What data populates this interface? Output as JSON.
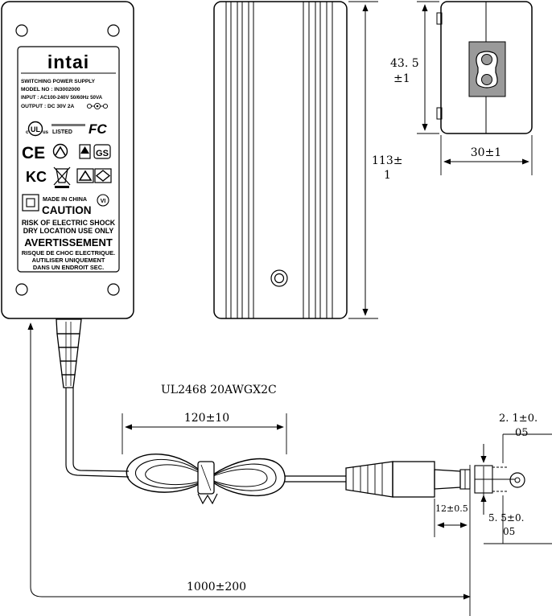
{
  "label": {
    "brand": "intai",
    "title": "SWITCHING POWER SUPPLY",
    "model": "MODEL NO : IN3002000",
    "input": "INPUT : AC100-240V 50/60Hz 50VA",
    "output": "OUTPUT : DC 30V 2A",
    "cert_ul_listed": "LISTED",
    "cert_fc": "FC",
    "cert_ce": "CE",
    "cert_kc": "KC",
    "cert_gs": "GS",
    "cert_vi": "VI",
    "made_in": "MADE IN CHINA",
    "caution": "CAUTION",
    "warn1": "RISK OF ELECTRIC SHOCK",
    "warn2": "DRY LOCATION USE ONLY",
    "avert": "AVERTISSEMENT",
    "fr1": "RISQUE DE CHOC ELECTRIQUE.",
    "fr2": "AUTILISER UNIQUEMENT",
    "fr3": "DANS UN ENDROIT SEC."
  },
  "dimensions": {
    "height_a": "43. 5",
    "height_b": "±1",
    "length_a": "113±",
    "length_b": "1",
    "width": "30±1",
    "cable_spec": "UL2468 20AWGX2C",
    "coil": "120±10",
    "plug_len": "12±0.5",
    "pin_a": "2. 1±0.",
    "pin_b": "05",
    "od_a": "5. 5±0.",
    "od_b": "05",
    "cable_len": "1000±200"
  }
}
